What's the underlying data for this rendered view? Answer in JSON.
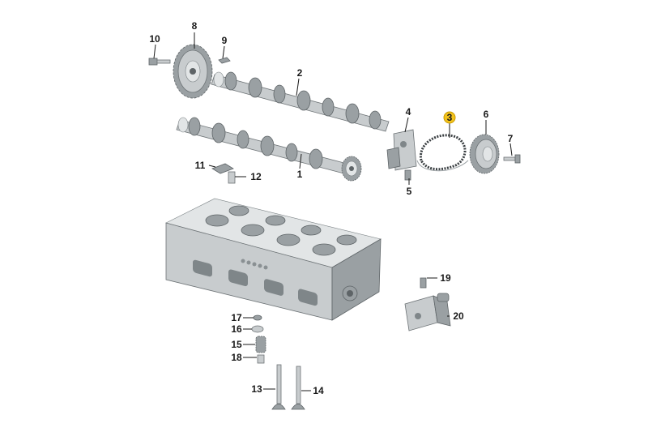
{
  "diagram": {
    "parts": [
      {
        "id": "p1",
        "label": "1"
      },
      {
        "id": "p2",
        "label": "2"
      },
      {
        "id": "p3",
        "label": "3",
        "highlight": true
      },
      {
        "id": "p4",
        "label": "4"
      },
      {
        "id": "p5",
        "label": "5"
      },
      {
        "id": "p6",
        "label": "6"
      },
      {
        "id": "p7",
        "label": "7"
      },
      {
        "id": "p8",
        "label": "8"
      },
      {
        "id": "p9",
        "label": "9"
      },
      {
        "id": "p10",
        "label": "10"
      },
      {
        "id": "p11",
        "label": "11"
      },
      {
        "id": "p12",
        "label": "12"
      },
      {
        "id": "p13",
        "label": "13"
      },
      {
        "id": "p14",
        "label": "14"
      },
      {
        "id": "p15",
        "label": "15"
      },
      {
        "id": "p16",
        "label": "16"
      },
      {
        "id": "p17",
        "label": "17"
      },
      {
        "id": "p18",
        "label": "18"
      },
      {
        "id": "p19",
        "label": "19"
      },
      {
        "id": "p20",
        "label": "20"
      }
    ],
    "colors": {
      "highlight": "#f2c21b",
      "metal": "#c8ccce",
      "outline": "#6d7376",
      "text": "#1a1a1a"
    }
  }
}
